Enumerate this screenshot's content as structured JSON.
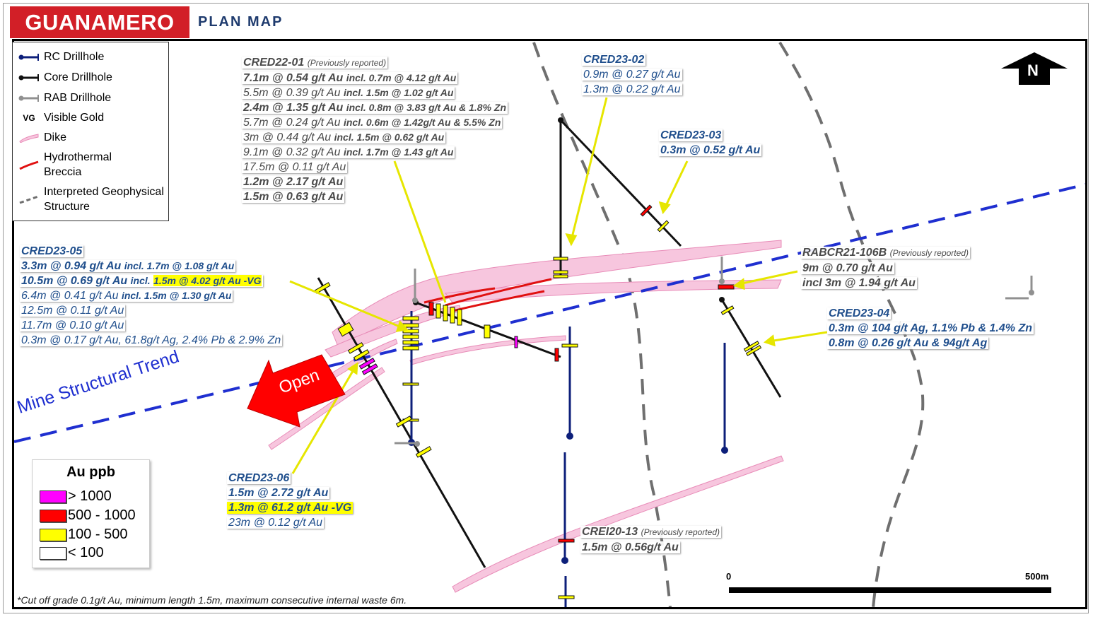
{
  "header": {
    "title": "GUANAMERO",
    "subtitle": "PLAN MAP"
  },
  "legend": {
    "items": [
      {
        "label": "RC Drillhole"
      },
      {
        "label": "Core Drillhole"
      },
      {
        "label": "RAB Drillhole"
      },
      {
        "label": "Visible Gold",
        "symbol": "VG"
      },
      {
        "label": "Dike"
      },
      {
        "label": "Hydrothermal Breccia"
      },
      {
        "label": "Interpreted Geophysical Structure"
      }
    ]
  },
  "au_legend": {
    "title": "Au ppb",
    "items": [
      {
        "label": "> 1000",
        "color": "#ff00ff"
      },
      {
        "label": "500 - 1000",
        "color": "#ff0000"
      },
      {
        "label": "100 - 500",
        "color": "#ffff00"
      },
      {
        "label": "< 100",
        "color": "#ffffff"
      }
    ]
  },
  "colors": {
    "title_red": "#d21f27",
    "trend_blue": "#1f2fd0",
    "dike_pink": "#f7c6de",
    "label_blue": "#1f4e8c",
    "highlight": "#ffff00"
  },
  "map": {
    "north_label": "N",
    "trend_label": "Mine Structural Trend",
    "open_label": "Open",
    "scale": {
      "start": "0",
      "end": "500m"
    },
    "footnote": "*Cut off grade 0.1g/t Au, minimum length 1.5m, maximum consecutive internal waste 6m."
  },
  "labels": {
    "cred22_01": {
      "title": "CRED22-01",
      "note": "(Previously reported)",
      "lines": [
        {
          "main": "7.1m @ 0.54 g/t Au",
          "incl": "incl. 0.7m @ 4.12 g/t Au",
          "bold": true
        },
        {
          "main": "5.5m @ 0.39 g/t Au",
          "incl": "incl. 1.5m @ 1.02 g/t Au",
          "bold": false
        },
        {
          "main": "2.4m @ 1.35 g/t Au",
          "incl": "incl. 0.8m @ 3.83 g/t Au & 1.8% Zn",
          "bold": true
        },
        {
          "main": "5.7m @ 0.24 g/t Au",
          "incl": "incl. 0.6m @ 1.42g/t Au & 5.5% Zn",
          "bold": false
        },
        {
          "main": "3m @ 0.44 g/t Au",
          "incl": "incl. 1.5m @ 0.62 g/t Au",
          "bold": false
        },
        {
          "main": "9.1m @ 0.32 g/t Au",
          "incl": "incl. 1.7m @ 1.43 g/t Au",
          "bold": false
        },
        {
          "main": "17.5m @ 0.11 g/t Au",
          "incl": "",
          "bold": false
        },
        {
          "main": "1.2m @ 2.17 g/t Au",
          "incl": "",
          "bold": true
        },
        {
          "main": "1.5m @ 0.63 g/t Au",
          "incl": "",
          "bold": true
        }
      ]
    },
    "cred23_02": {
      "title": "CRED23-02",
      "lines": [
        "0.9m @ 0.27 g/t Au",
        "1.3m @ 0.22 g/t Au"
      ]
    },
    "cred23_03": {
      "title": "CRED23-03",
      "lines": [
        "0.3m @ 0.52 g/t Au"
      ]
    },
    "cred23_05": {
      "title": "CRED23-05",
      "line1_main": "3.3m @ 0.94 g/t Au",
      "line1_incl": "incl. 1.7m @ 1.08 g/t Au",
      "line2_main": "10.5m @ 0.69 g/t Au",
      "line2_incl": "incl.",
      "line2_hl": "1.5m @ 4.02 g/t Au -VG",
      "line3_main": "6.4m @ 0.41 g/t Au",
      "line3_incl": "incl. 1.5m @ 1.30 g/t Au",
      "line4": "12.5m @ 0.11 g/t Au",
      "line5": "11.7m @ 0.10 g/t Au",
      "line6": "0.3m @ 0.17 g/t Au, 61.8g/t Ag, 2.4% Pb & 2.9% Zn"
    },
    "rabcr21_106b": {
      "title": "RABCR21-106B",
      "note": "(Previously reported)",
      "lines": [
        "9m @ 0.70 g/t Au",
        "incl 3m @ 1.94 g/t Au"
      ]
    },
    "cred23_04": {
      "title": "CRED23-04",
      "lines": [
        "0.3m @ 104 g/t Ag, 1.1% Pb & 1.4% Zn",
        "0.8m @ 0.26 g/t Au & 94g/t Ag"
      ]
    },
    "cred23_06": {
      "title": "CRED23-06",
      "line1": "1.5m @ 2.72 g/t Au",
      "line2": "1.3m @ 61.2 g/t Au -VG",
      "line3": "23m @ 0.12 g/t Au"
    },
    "crei20_13": {
      "title": "CREI20-13",
      "note": "(Previously reported)",
      "lines": [
        "1.5m @ 0.56g/t Au"
      ]
    }
  }
}
